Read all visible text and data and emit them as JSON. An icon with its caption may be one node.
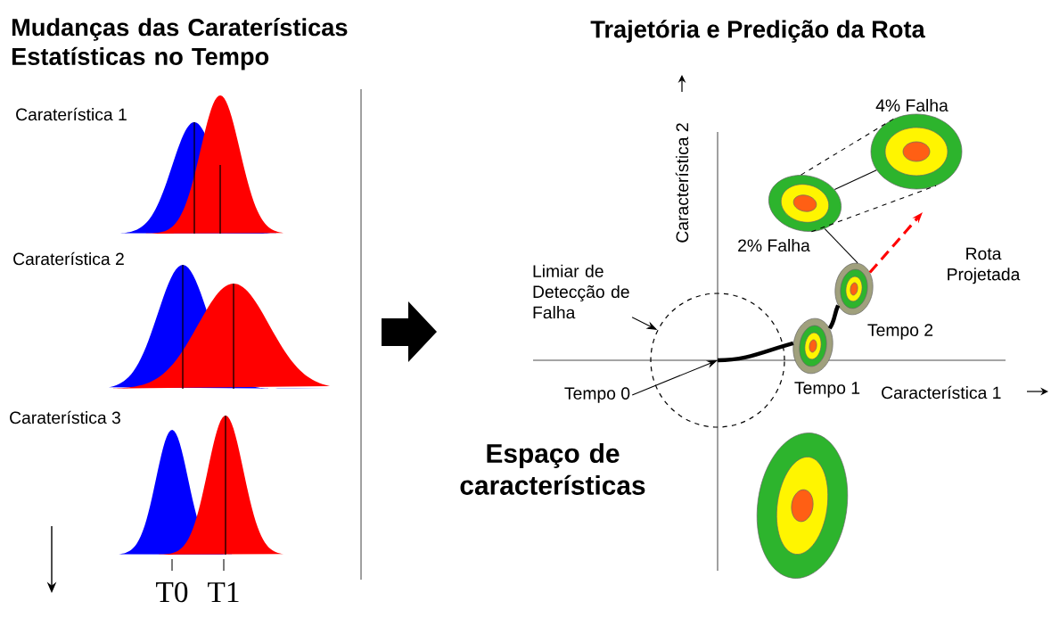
{
  "diagram": {
    "nodes": [
      {
        "text": [
          "Limiar de Detecção de Falha"
        ]
      },
      {
        "text": [],
        "shape": "circle"
      },
      {
        "text": [
          "Tempo 0"
        ]
      },
      {
        "text": [],
        "shape": "ellipse",
        "beside": [
          "Tempo 1"
        ]
      },
      {
        "text": [],
        "shape": "ellipse",
        "beside": [
          "Tempo 2"
        ]
      },
      {
        "text": [],
        "shape": "ellipse",
        "beside": [
          "2% Falha"
        ]
      },
      {
        "text": [],
        "shape": "ellipse",
        "beside": [
          "4% Falha"
        ]
      },
      {
        "text": [],
        "shape": "ellipse"
      }
    ],
    "edges": [
      {
        "from": 0,
        "to": 1,
        "arrow": "to"
      },
      {
        "from": 2,
        "to": 1,
        "arrow": "to"
      },
      {
        "from": 1,
        "to": 3,
        "arrow": "none",
        "style": "thick"
      },
      {
        "from": 3,
        "to": 4,
        "arrow": "none",
        "style": "thick"
      },
      {
        "from": 4,
        "to": 5,
        "arrow": "none"
      },
      {
        "from": 5,
        "to": 6,
        "arrow": "none"
      },
      {
        "from": 5,
        "to": 6,
        "arrow": "none",
        "style": "dashed"
      },
      {
        "from": 5,
        "to": 6,
        "arrow": "none",
        "style": "dashed"
      },
      {
        "from": 4,
        "to": null,
        "arrow": "to",
        "style": "dashed",
        "color": "#ff0000"
      }
    ],
    "labels": [
      "Mudanças das Caraterísticas Estatísticas no Tempo",
      "Caraterística 1",
      "Caraterística 2",
      "Caraterística 3",
      "T0",
      "T1",
      "Trajetória e Predição da Rota",
      "Característica 2",
      "Rota Projetada",
      "Característica 1",
      "Espaço de características"
    ]
  }
}
